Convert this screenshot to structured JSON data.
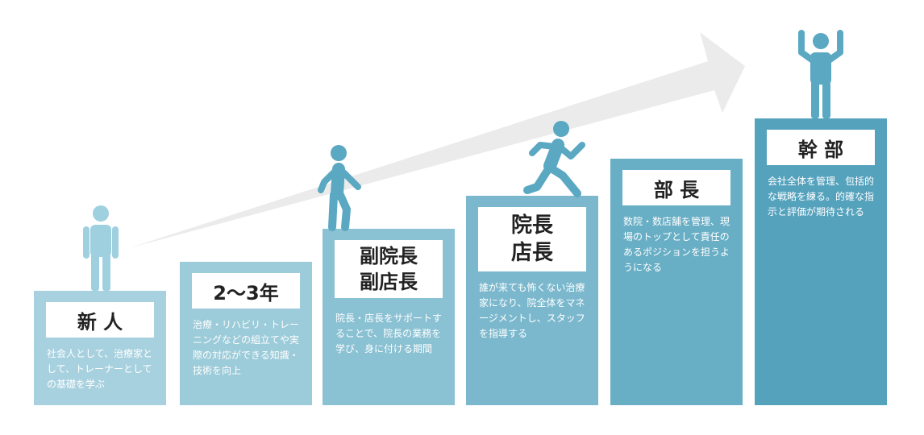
{
  "colors": {
    "arrow": "#ebebeb",
    "figure_light": "#9fd0df",
    "figure_dark": "#5aa8c2"
  },
  "steps": [
    {
      "id": "shinjin",
      "title_lines": [
        "新 人"
      ],
      "description": "社会人として、治療家として、トレーナーとしての基礎を学ぶ",
      "color": "#a8d1df",
      "figure": "standing-person-icon"
    },
    {
      "id": "2-3years",
      "title_lines": [
        "2〜3年"
      ],
      "description": "治療・リハビリ・トレーニングなどの組立てや実際の対応ができる知識・技術を向上",
      "color": "#9ccbd9"
    },
    {
      "id": "fukuincho",
      "title_lines": [
        "副院長",
        "副店長"
      ],
      "description": "院長・店長をサポートすることで、院長の業務を学び、身に付ける期間",
      "color": "#8ac1d3",
      "figure": "walking-person-icon"
    },
    {
      "id": "incho",
      "title_lines": [
        "院長",
        "店長"
      ],
      "description": "誰が来ても怖くない治療家になり、院全体をマネージメントし、スタッフを指導する",
      "color": "#7bb8cd",
      "figure": "running-person-icon"
    },
    {
      "id": "bucho",
      "title_lines": [
        "部 長"
      ],
      "description": "数院・数店舗を管理、現場のトップとして責任のあるポジションを担うようになる",
      "color": "#68aec5"
    },
    {
      "id": "kanbu",
      "title_lines": [
        "幹 部"
      ],
      "description": "会社全体を管理、包括的な戦略を練る。的確な指示と評価が期待される",
      "color": "#55a2bd",
      "figure": "cheering-person-icon"
    }
  ]
}
